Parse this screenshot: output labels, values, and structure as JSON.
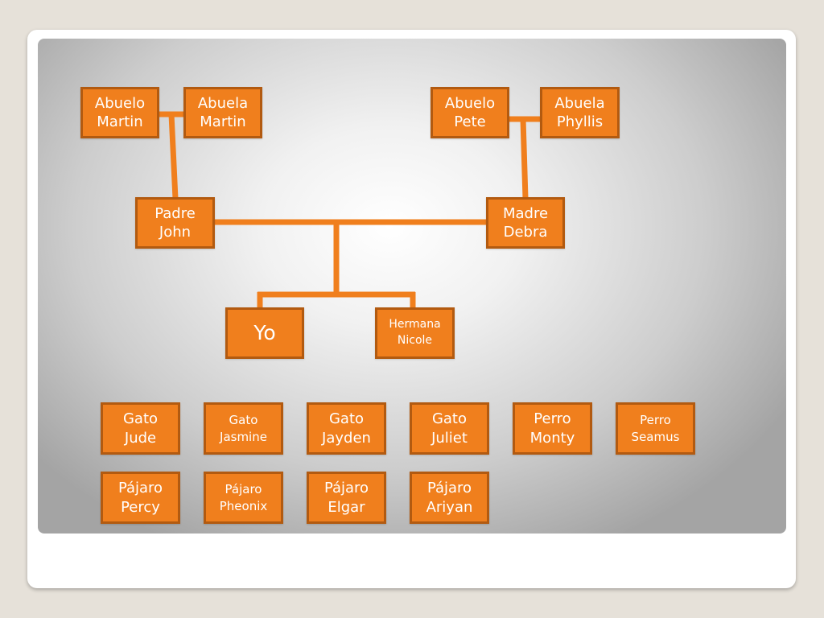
{
  "colors": {
    "box_fill": "#f07f1d",
    "box_border": "#b25a10",
    "connector": "#f07f1d",
    "text": "#ffffff"
  },
  "tree": {
    "grandparents_paternal": {
      "abuelo": "Abuelo\nMartin",
      "abuela": "Abuela\nMartin"
    },
    "grandparents_maternal": {
      "abuelo": "Abuelo\nPete",
      "abuela": "Abuela\nPhyllis"
    },
    "parents": {
      "padre": "Padre\nJohn",
      "madre": "Madre\nDebra"
    },
    "children": {
      "yo": "Yo",
      "hermana": "Hermana\nNicole"
    }
  },
  "pets": {
    "row1": [
      "Gato\nJude",
      "Gato\nJasmine",
      "Gato\nJayden",
      "Gato\nJuliet",
      "Perro\nMonty",
      "Perro\nSeamus"
    ],
    "row2": [
      "Pájaro\nPercy",
      "Pájaro\nPheonix",
      "Pájaro\nElgar",
      "Pájaro\nAriyan"
    ]
  }
}
